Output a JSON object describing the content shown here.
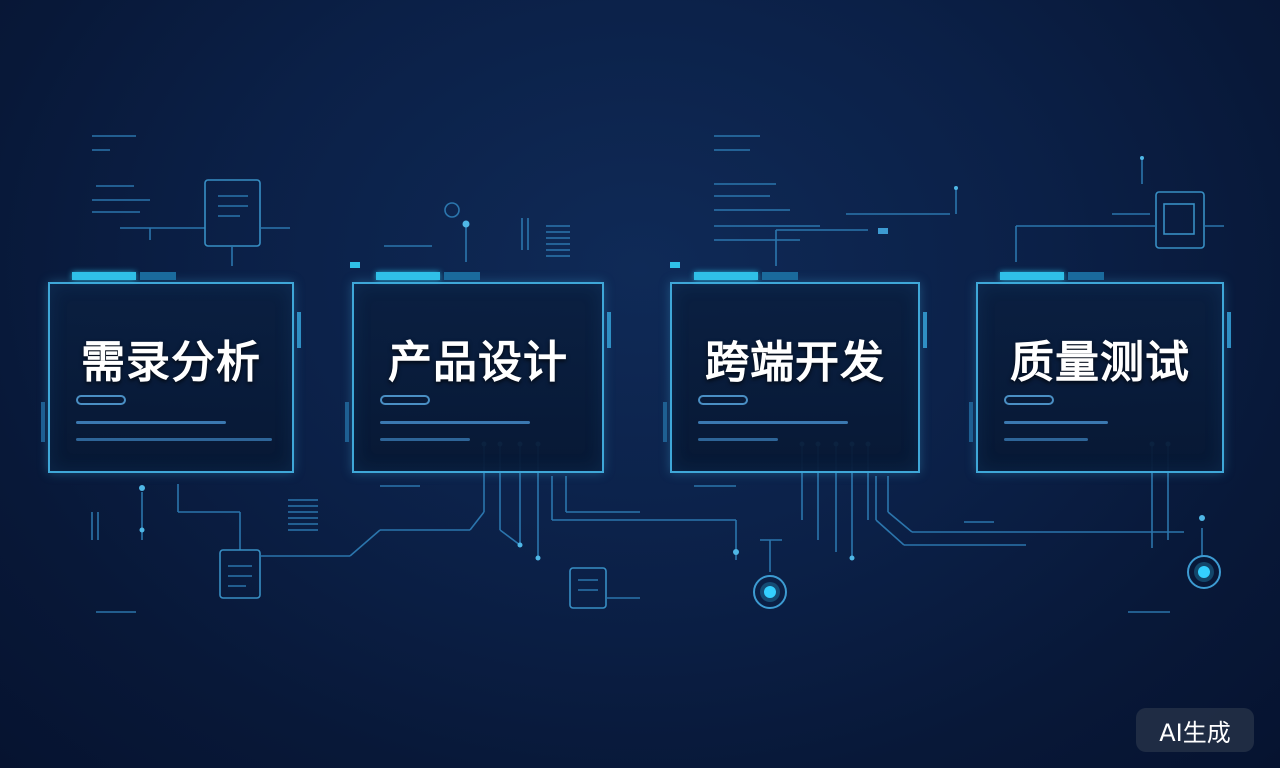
{
  "stages": [
    {
      "title": "需录分析"
    },
    {
      "title": "产品设计"
    },
    {
      "title": "跨端开发"
    },
    {
      "title": "质量测试"
    }
  ],
  "watermark": "AI生成",
  "colors": {
    "background": "#0b2047",
    "card_border": "#3fa7d8",
    "accent_cyan": "#2fc0e8",
    "line": "#2f7fb8",
    "title_text": "#ffffff"
  }
}
